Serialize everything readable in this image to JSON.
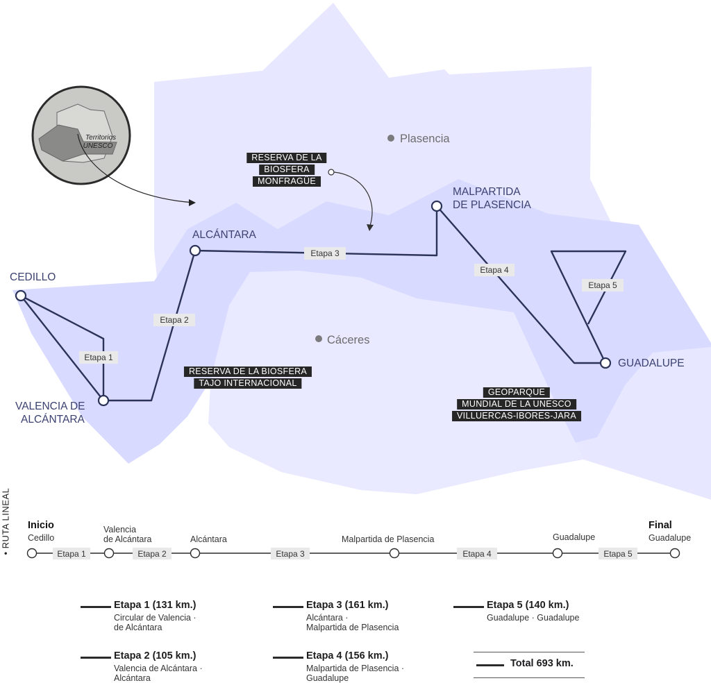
{
  "inset": {
    "label_line1": "Territorios",
    "label_line2": "UNESCO"
  },
  "cities": {
    "plasencia": "Plasencia",
    "caceres": "Cáceres"
  },
  "stops": {
    "cedillo": "CEDILLO",
    "valencia_line1": "VALENCIA DE",
    "valencia_line2": "ALCÁNTARA",
    "alcantara": "ALCÁNTARA",
    "malpartida_line1": "MALPARTIDA",
    "malpartida_line2": "DE PLASENCIA",
    "guadalupe": "GUADALUPE"
  },
  "stage_tags": {
    "e1": "Etapa 1",
    "e2": "Etapa 2",
    "e3": "Etapa 3",
    "e4": "Etapa 4",
    "e5": "Etapa 5"
  },
  "reserves": {
    "monfrague": [
      "RESERVA DE LA",
      "BIOSFERA",
      "MONFRAGÜE"
    ],
    "tajo": [
      "RESERVA DE LA BIOSFERA",
      "TAJO INTERNACIONAL"
    ],
    "geoparque": [
      "GEOPARQUE",
      "MUNDIAL DE LA UNESCO",
      "VILLUERCAS-IBORES-JARA"
    ]
  },
  "route_line": {
    "side_label": "• RUTA LINEAL",
    "start_title": "Inicio",
    "start_place": "Cedillo",
    "valencia_line1": "Valencia",
    "valencia_line2": "de Alcántara",
    "alcantara": "Alcántara",
    "malpartida": "Malpartida de Plasencia",
    "guadalupe": "Guadalupe",
    "end_title": "Final",
    "end_place": "Guadalupe"
  },
  "legend": [
    {
      "title": "Etapa 1 (131 km.)",
      "line1": "Circular de Valencia ·",
      "line2": "de Alcántara"
    },
    {
      "title": "Etapa 2 (105 km.)",
      "line1": "Valencia de Alcántara ·",
      "line2": "Alcántara"
    },
    {
      "title": "Etapa 3 (161 km.)",
      "line1": "Alcántara ·",
      "line2": "Malpartida de Plasencia"
    },
    {
      "title": "Etapa 4 (156 km.)",
      "line1": "Malpartida de Plasencia ·",
      "line2": "Guadalupe"
    },
    {
      "title": "Etapa 5 (140 km.)",
      "line1": "Guadalupe · Guadalupe",
      "line2": ""
    }
  ],
  "total": "Total 693 km.",
  "colors": {
    "region_light": "#e7e8ff",
    "region_medium": "#d8d9ff",
    "route": "#2c3358",
    "label_navy": "#3b4170",
    "tag_bg": "#e9e9e9",
    "highlight_bg": "#262626"
  }
}
